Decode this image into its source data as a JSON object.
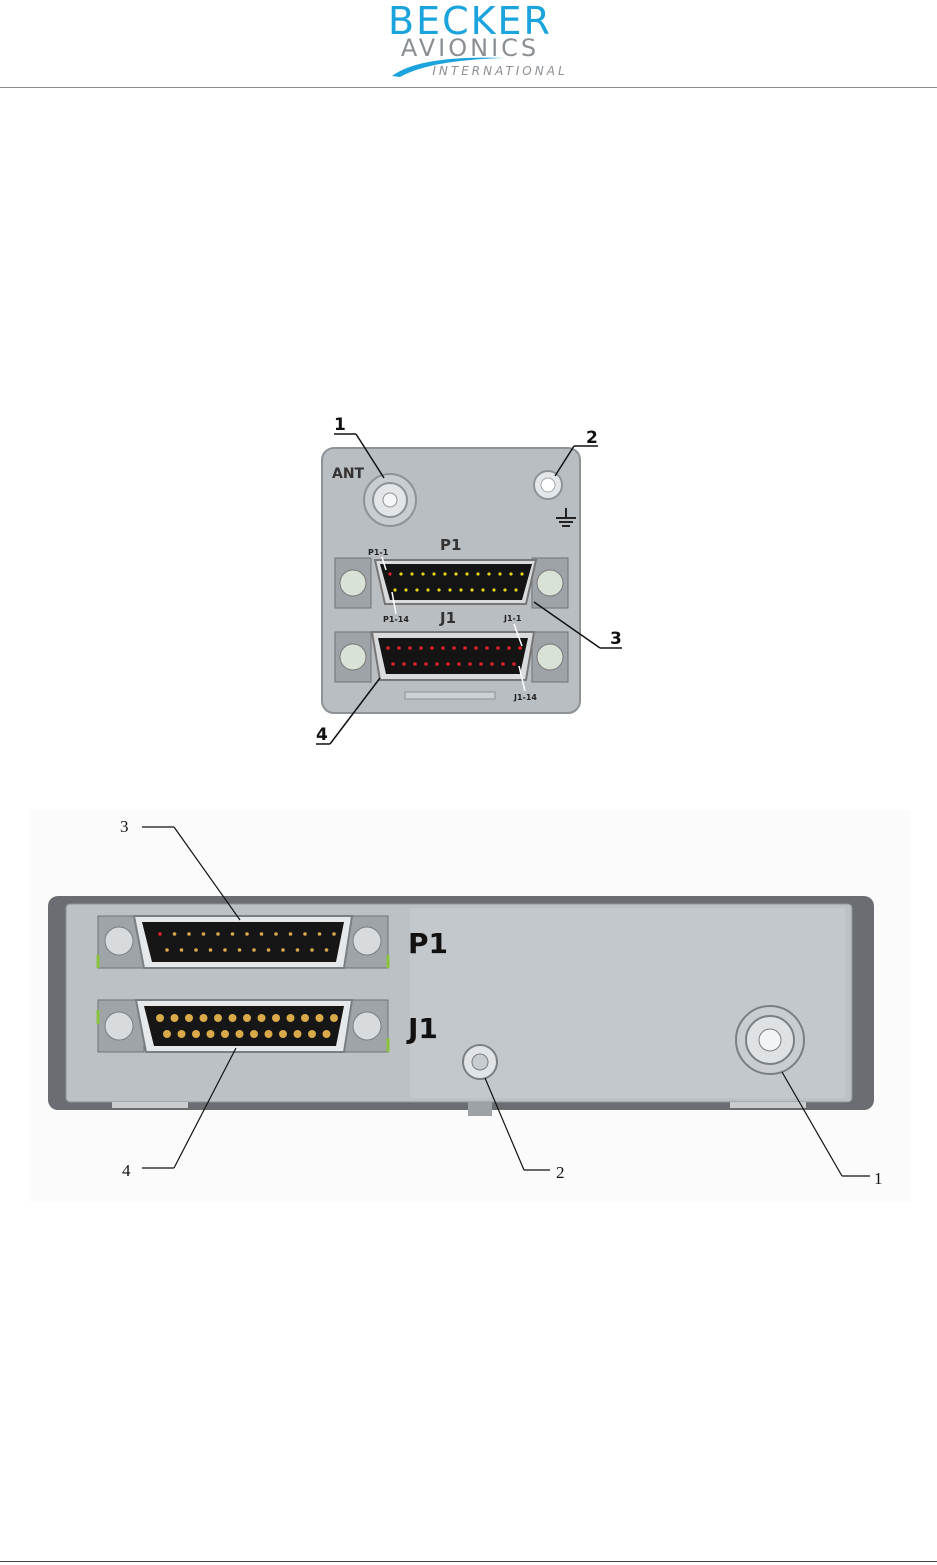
{
  "header": {
    "logo_line1": "BECKER",
    "logo_line2": "AVIONICS",
    "logo_line3": "INTERNATIONAL"
  },
  "figure_front": {
    "port_ant": "ANT",
    "connector_p1": "P1",
    "connector_j1": "J1",
    "pin_p1_1": "P1-1",
    "pin_p1_14": "P1-14",
    "pin_j1_1": "J1-1",
    "pin_j1_14": "J1-14",
    "callouts": [
      "1",
      "2",
      "3",
      "4"
    ]
  },
  "figure_rear": {
    "connector_p1": "P1",
    "connector_j1": "J1",
    "callouts": [
      "3",
      "4",
      "2",
      "1"
    ]
  },
  "colors": {
    "logo_blue": "#1aa3dd",
    "logo_gray": "#8a8f94",
    "panel_gray": "#b9bec3",
    "pin_yellow": "#e8d21a",
    "pin_red": "#e0202a",
    "pin_gold": "#d9a94a"
  }
}
